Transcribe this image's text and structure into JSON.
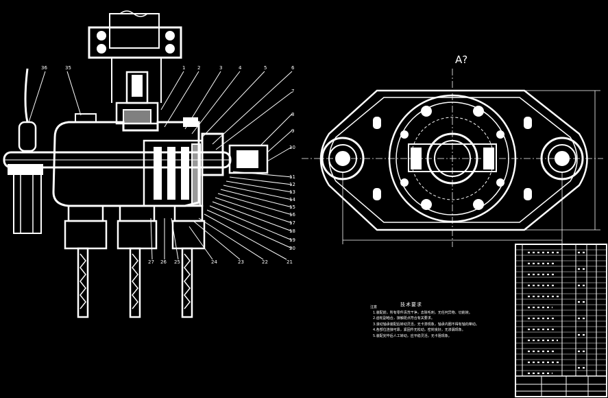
{
  "view_label": "A?",
  "balloons": {
    "left": [
      "36",
      "35"
    ],
    "top": [
      "1",
      "2",
      "3",
      "4",
      "5",
      "6",
      "7",
      "8",
      "9",
      "10"
    ],
    "right": [
      "11",
      "12",
      "13",
      "14",
      "15",
      "16",
      "17",
      "18",
      "19",
      "20"
    ],
    "bottom": [
      "21",
      "22",
      "23",
      "24",
      "25",
      "26",
      "27"
    ]
  },
  "tech_notes": {
    "title": "技术要求",
    "lead": "注意",
    "lines": [
      "1.装配前，所有零件清洗干净，去除毛刺，无任何异物、切削液。",
      "2.齿轮副啮合，接触斑点符合有关要求。",
      "3.滚动轴承装配后转动灵活，无卡滞现象，轴承内圈不得有轴向窜动。",
      "4.各部位连接可靠，紧固件无松动，密封良好，无渗漏现象。",
      "5.装配完毕后人工转动，应平稳灵活，无卡阻现象。"
    ]
  },
  "colors": {
    "line": "#ffffff",
    "background": "#000000"
  }
}
